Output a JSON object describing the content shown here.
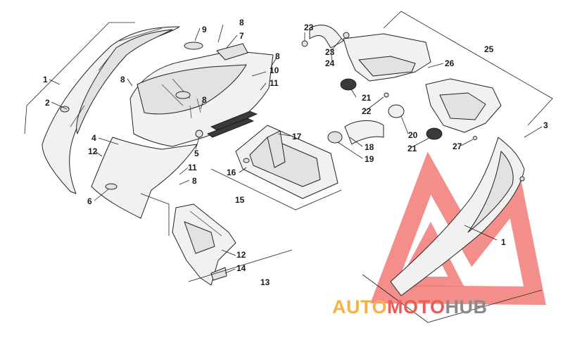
{
  "diagram": {
    "callouts": [
      {
        "id": "c1a",
        "text": "1"
      },
      {
        "id": "c1b",
        "text": "1"
      },
      {
        "id": "c2",
        "text": "2"
      },
      {
        "id": "c3",
        "text": "3"
      },
      {
        "id": "c4",
        "text": "4"
      },
      {
        "id": "c5",
        "text": "5"
      },
      {
        "id": "c6",
        "text": "6"
      },
      {
        "id": "c7",
        "text": "7"
      },
      {
        "id": "c8a",
        "text": "8"
      },
      {
        "id": "c8b",
        "text": "8"
      },
      {
        "id": "c8c",
        "text": "8"
      },
      {
        "id": "c8d",
        "text": "8"
      },
      {
        "id": "c8e",
        "text": "8"
      },
      {
        "id": "c9",
        "text": "9"
      },
      {
        "id": "c10",
        "text": "10"
      },
      {
        "id": "c11a",
        "text": "11"
      },
      {
        "id": "c11b",
        "text": "11"
      },
      {
        "id": "c12a",
        "text": "12"
      },
      {
        "id": "c12b",
        "text": "12"
      },
      {
        "id": "c13",
        "text": "13"
      },
      {
        "id": "c14",
        "text": "14"
      },
      {
        "id": "c15",
        "text": "15"
      },
      {
        "id": "c16",
        "text": "16"
      },
      {
        "id": "c17",
        "text": "17"
      },
      {
        "id": "c18",
        "text": "18"
      },
      {
        "id": "c19",
        "text": "19"
      },
      {
        "id": "c20",
        "text": "20"
      },
      {
        "id": "c21a",
        "text": "21"
      },
      {
        "id": "c21b",
        "text": "21"
      },
      {
        "id": "c22",
        "text": "22"
      },
      {
        "id": "c23a",
        "text": "23"
      },
      {
        "id": "c23b",
        "text": "23"
      },
      {
        "id": "c24",
        "text": "24"
      },
      {
        "id": "c25",
        "text": "25"
      },
      {
        "id": "c26",
        "text": "26"
      },
      {
        "id": "c27",
        "text": "27"
      }
    ]
  },
  "watermark": {
    "word_part1": "AUTO",
    "word_part2": "MOTO",
    "word_part3": "HUB",
    "color_orange": "#f5b14a",
    "color_red": "#ee5a55",
    "color_gray": "#8a8a8a"
  }
}
